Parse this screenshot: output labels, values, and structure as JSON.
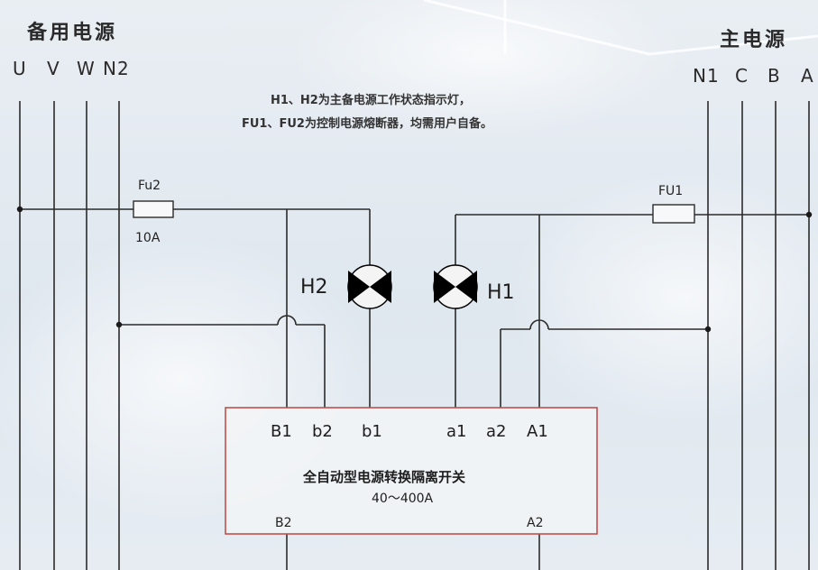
{
  "standby": {
    "title": "备用电源",
    "terminals": [
      "U",
      "V",
      "W",
      "N2"
    ]
  },
  "main": {
    "title": "主电源",
    "terminals": [
      "N1",
      "C",
      "B",
      "A"
    ]
  },
  "notes": [
    "H1、H2为主备电源工作状态指示灯，",
    "FU1、FU2为控制电源熔断器，均需用户自备。"
  ],
  "fuses": {
    "fu2": {
      "label": "Fu2",
      "rating": "10A"
    },
    "fu1": {
      "label": "FU1"
    }
  },
  "lamps": {
    "h1": "H1",
    "h2": "H2"
  },
  "switch_box": {
    "top_terminals": [
      "B1",
      "b2",
      "b1",
      "a1",
      "a2",
      "A1"
    ],
    "title": "全自动型电源转换隔离开关",
    "range": "40～400A",
    "bottom_terminals": [
      "B2",
      "A2"
    ]
  },
  "colors": {
    "wire": "#2b2b2b",
    "box_border": "#c0504d",
    "lamp": "#000000"
  }
}
